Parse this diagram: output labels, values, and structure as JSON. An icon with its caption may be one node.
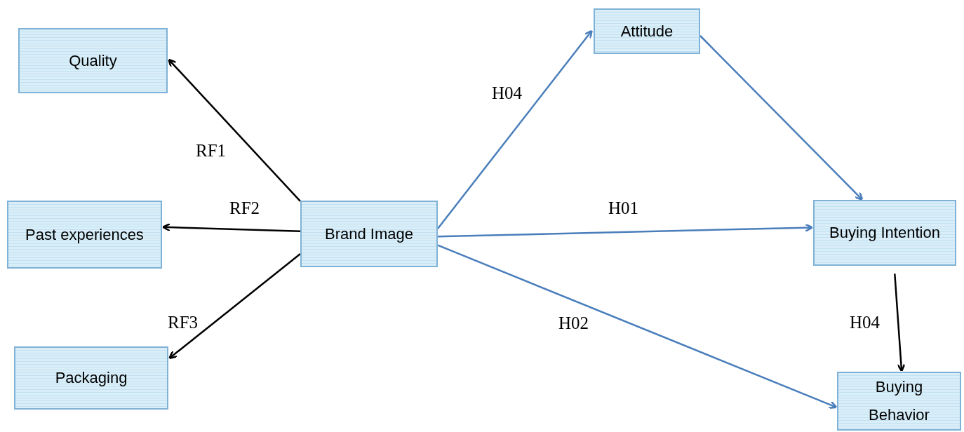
{
  "diagram": {
    "nodes": [
      {
        "text": [
          "Quality"
        ]
      },
      {
        "text": [
          "Past experiences"
        ]
      },
      {
        "text": [
          "Packaging"
        ]
      },
      {
        "text": [
          "Brand Image"
        ]
      },
      {
        "text": [
          "Attitude"
        ]
      },
      {
        "text": [
          "Buying Intention"
        ]
      },
      {
        "text": [
          "Buying Behavior"
        ]
      }
    ],
    "edges": [
      {
        "from": 3,
        "to": 0,
        "arrow": "to",
        "label": "RF1"
      },
      {
        "from": 3,
        "to": 1,
        "arrow": "to",
        "label": "RF2"
      },
      {
        "from": 3,
        "to": 2,
        "arrow": "to",
        "label": "RF3"
      },
      {
        "from": 3,
        "to": 4,
        "arrow": "to",
        "label": "H04",
        "color": "#4a7ebb"
      },
      {
        "from": 3,
        "to": 5,
        "arrow": "to",
        "label": "H01",
        "color": "#4a7ebb"
      },
      {
        "from": 3,
        "to": 6,
        "arrow": "to",
        "label": "H02",
        "color": "#4a7ebb"
      },
      {
        "from": 4,
        "to": 5,
        "arrow": "to",
        "color": "#4a7ebb"
      },
      {
        "from": 5,
        "to": 6,
        "arrow": "to",
        "label": "H04"
      }
    ]
  }
}
